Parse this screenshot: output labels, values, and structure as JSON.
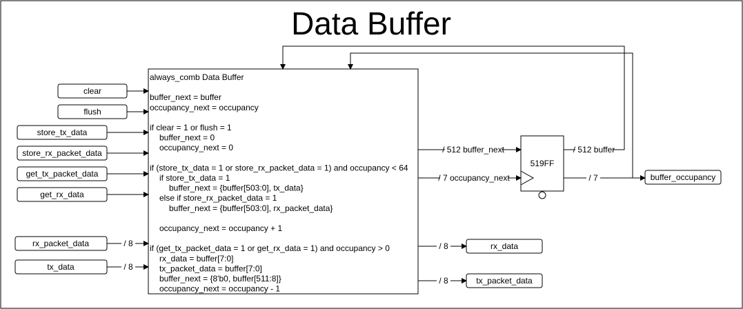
{
  "title": "Data Buffer",
  "inputs": [
    "clear",
    "flush",
    "store_tx_data",
    "store_rx_packet_data",
    "get_tx_packet_data",
    "get_rx_data",
    "rx_packet_data",
    "tx_data"
  ],
  "input_bus_labels": {
    "rx_packet_data": "/ 8",
    "tx_data": "/ 8"
  },
  "code_block": {
    "lines": [
      "always_comb Data Buffer",
      "",
      "buffer_next = buffer",
      "occupancy_next = occupancy",
      "",
      "if clear = 1 or flush = 1",
      "    buffer_next = 0",
      "    occupancy_next = 0",
      "",
      "if (store_tx_data = 1 or store_rx_packet_data = 1) and occupancy < 64",
      "    if store_tx_data = 1",
      "        buffer_next = {buffer[503:0], tx_data}",
      "    else if store_rx_packet_data = 1",
      "        buffer_next = {buffer[503:0], rx_packet_data}",
      "",
      "    occupancy_next = occupancy + 1",
      "",
      "if (get_tx_packet_data = 1 or get_rx_data = 1) and occupancy > 0",
      "    rx_data = buffer[7:0]",
      "    tx_packet_data = buffer[7:0]",
      "    buffer_next = {8'b0, buffer[511:8]}",
      "    occupancy_next = occupancy - 1"
    ]
  },
  "flipflop": {
    "label": "519FF"
  },
  "wire_labels": {
    "buffer_next": "/ 512 buffer_next",
    "occupancy_next": "/ 7 occupancy_next",
    "buffer": "/ 512 buffer",
    "occupancy_out": "/ 7",
    "rx_data": "/ 8",
    "tx_packet_data": "/ 8"
  },
  "outputs": {
    "buffer_occupancy": "buffer_occupancy",
    "rx_data": "rx_data",
    "tx_packet_data": "tx_packet_data"
  }
}
